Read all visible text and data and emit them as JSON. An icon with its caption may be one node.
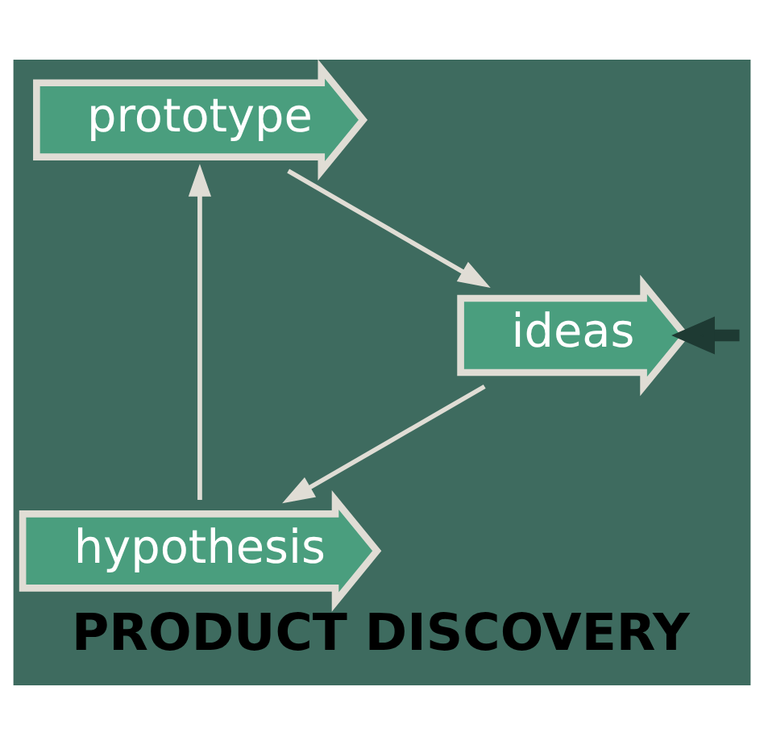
{
  "diagram": {
    "title": "PRODUCT DISCOVERY",
    "nodes": [
      {
        "text": [
          "prototype"
        ]
      },
      {
        "text": [
          "ideas"
        ]
      },
      {
        "text": [
          "hypothesis"
        ]
      }
    ],
    "edges": [
      {
        "from": 0,
        "to": 1,
        "arrow": "to"
      },
      {
        "from": 1,
        "to": 2,
        "arrow": "to"
      },
      {
        "from": 2,
        "to": 0,
        "arrow": "to"
      },
      {
        "from": null,
        "to": 1,
        "arrow": "to",
        "style": "thick",
        "color": "#1e3a33"
      }
    ]
  }
}
